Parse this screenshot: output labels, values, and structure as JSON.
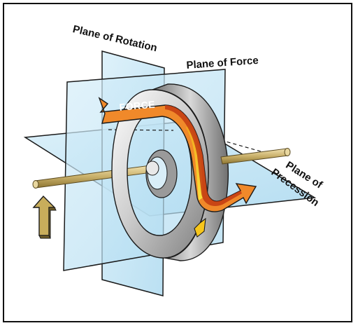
{
  "labels": {
    "plane_of_rotation": "Plane of Rotation",
    "plane_of_force": "Plane of Force",
    "plane_of_precession_line1": "Plane of",
    "plane_of_precession_line2": "Precession",
    "force": "FORCE"
  },
  "colors": {
    "plane_fill": "#bfe3f4",
    "plane_edge": "#1a1a1a",
    "axle": "#c9b06a",
    "ring_light": "#e6e6e6",
    "ring_dark": "#8a8a8a",
    "force_arrow": "#f0892a",
    "force_arrow_dark": "#c23b12",
    "force_arrow_yellow": "#f7d21b",
    "up_arrow": "#c8ad5b"
  }
}
